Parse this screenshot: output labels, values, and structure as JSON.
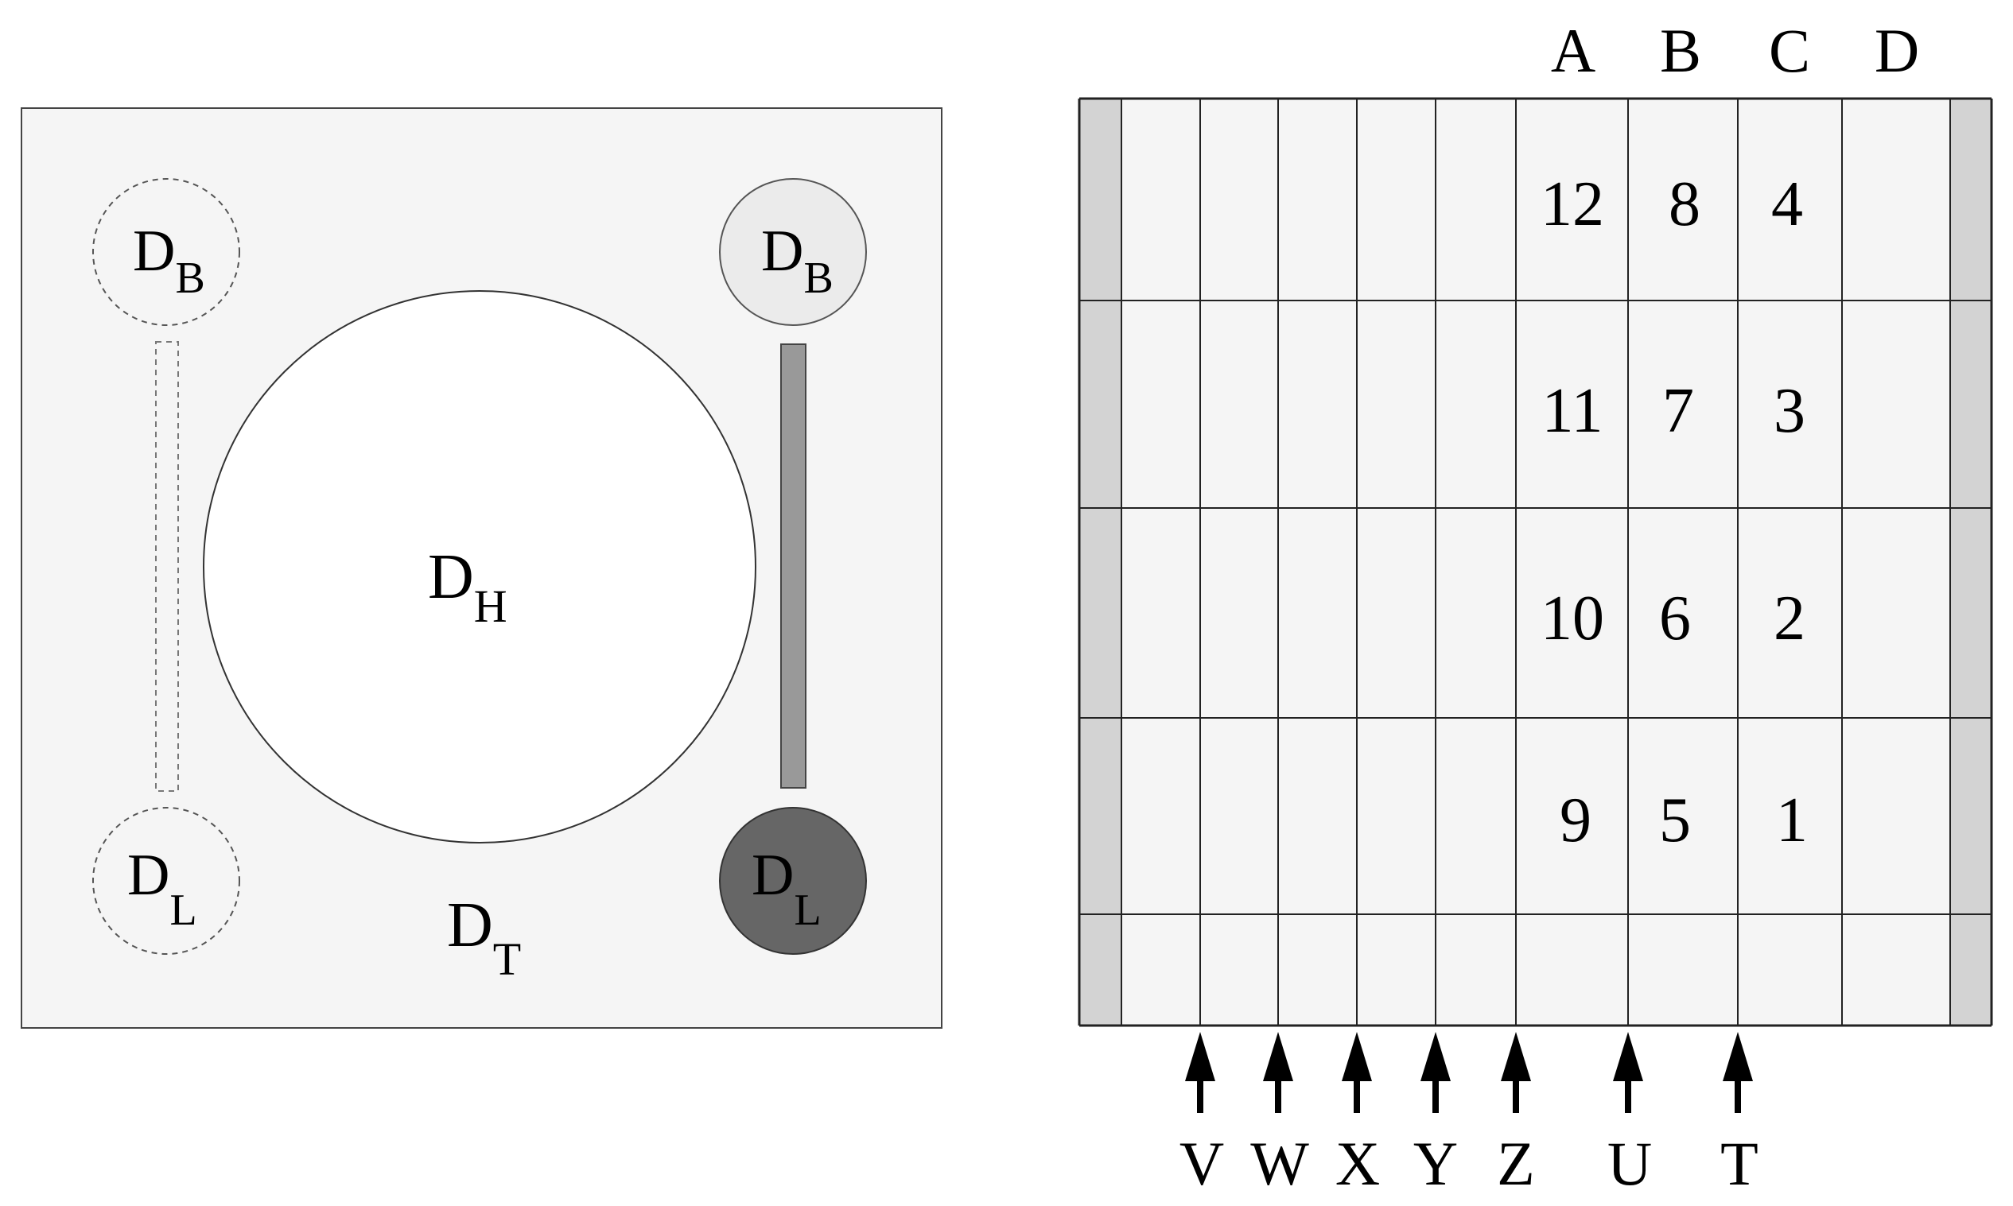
{
  "left_panel": {
    "top_left_circle": {
      "main": "D",
      "sub": "B"
    },
    "bottom_left_circle": {
      "main": "D",
      "sub": "L"
    },
    "top_right_circle": {
      "main": "D",
      "sub": "B"
    },
    "bottom_right_circle": {
      "main": "D",
      "sub": "L"
    },
    "center_circle": {
      "main": "D",
      "sub": "H"
    },
    "bottom_label": {
      "main": "D",
      "sub": "T"
    }
  },
  "right_panel": {
    "column_headers": [
      "A",
      "B",
      "C",
      "D"
    ],
    "cells": {
      "A": [
        "12",
        "11",
        "10",
        "9"
      ],
      "B": [
        "8",
        "7",
        "6",
        "5"
      ],
      "C": [
        "4",
        "3",
        "2",
        "1"
      ]
    },
    "arrow_labels": [
      "V",
      "W",
      "X",
      "Y",
      "Z",
      "U",
      "T"
    ]
  },
  "colors": {
    "panel_fill": "#f5f5f5",
    "edge_strip": "#d3d3d3",
    "rod": "#999999",
    "dark_circle": "#666666",
    "light_circle": "#ebebeb"
  }
}
